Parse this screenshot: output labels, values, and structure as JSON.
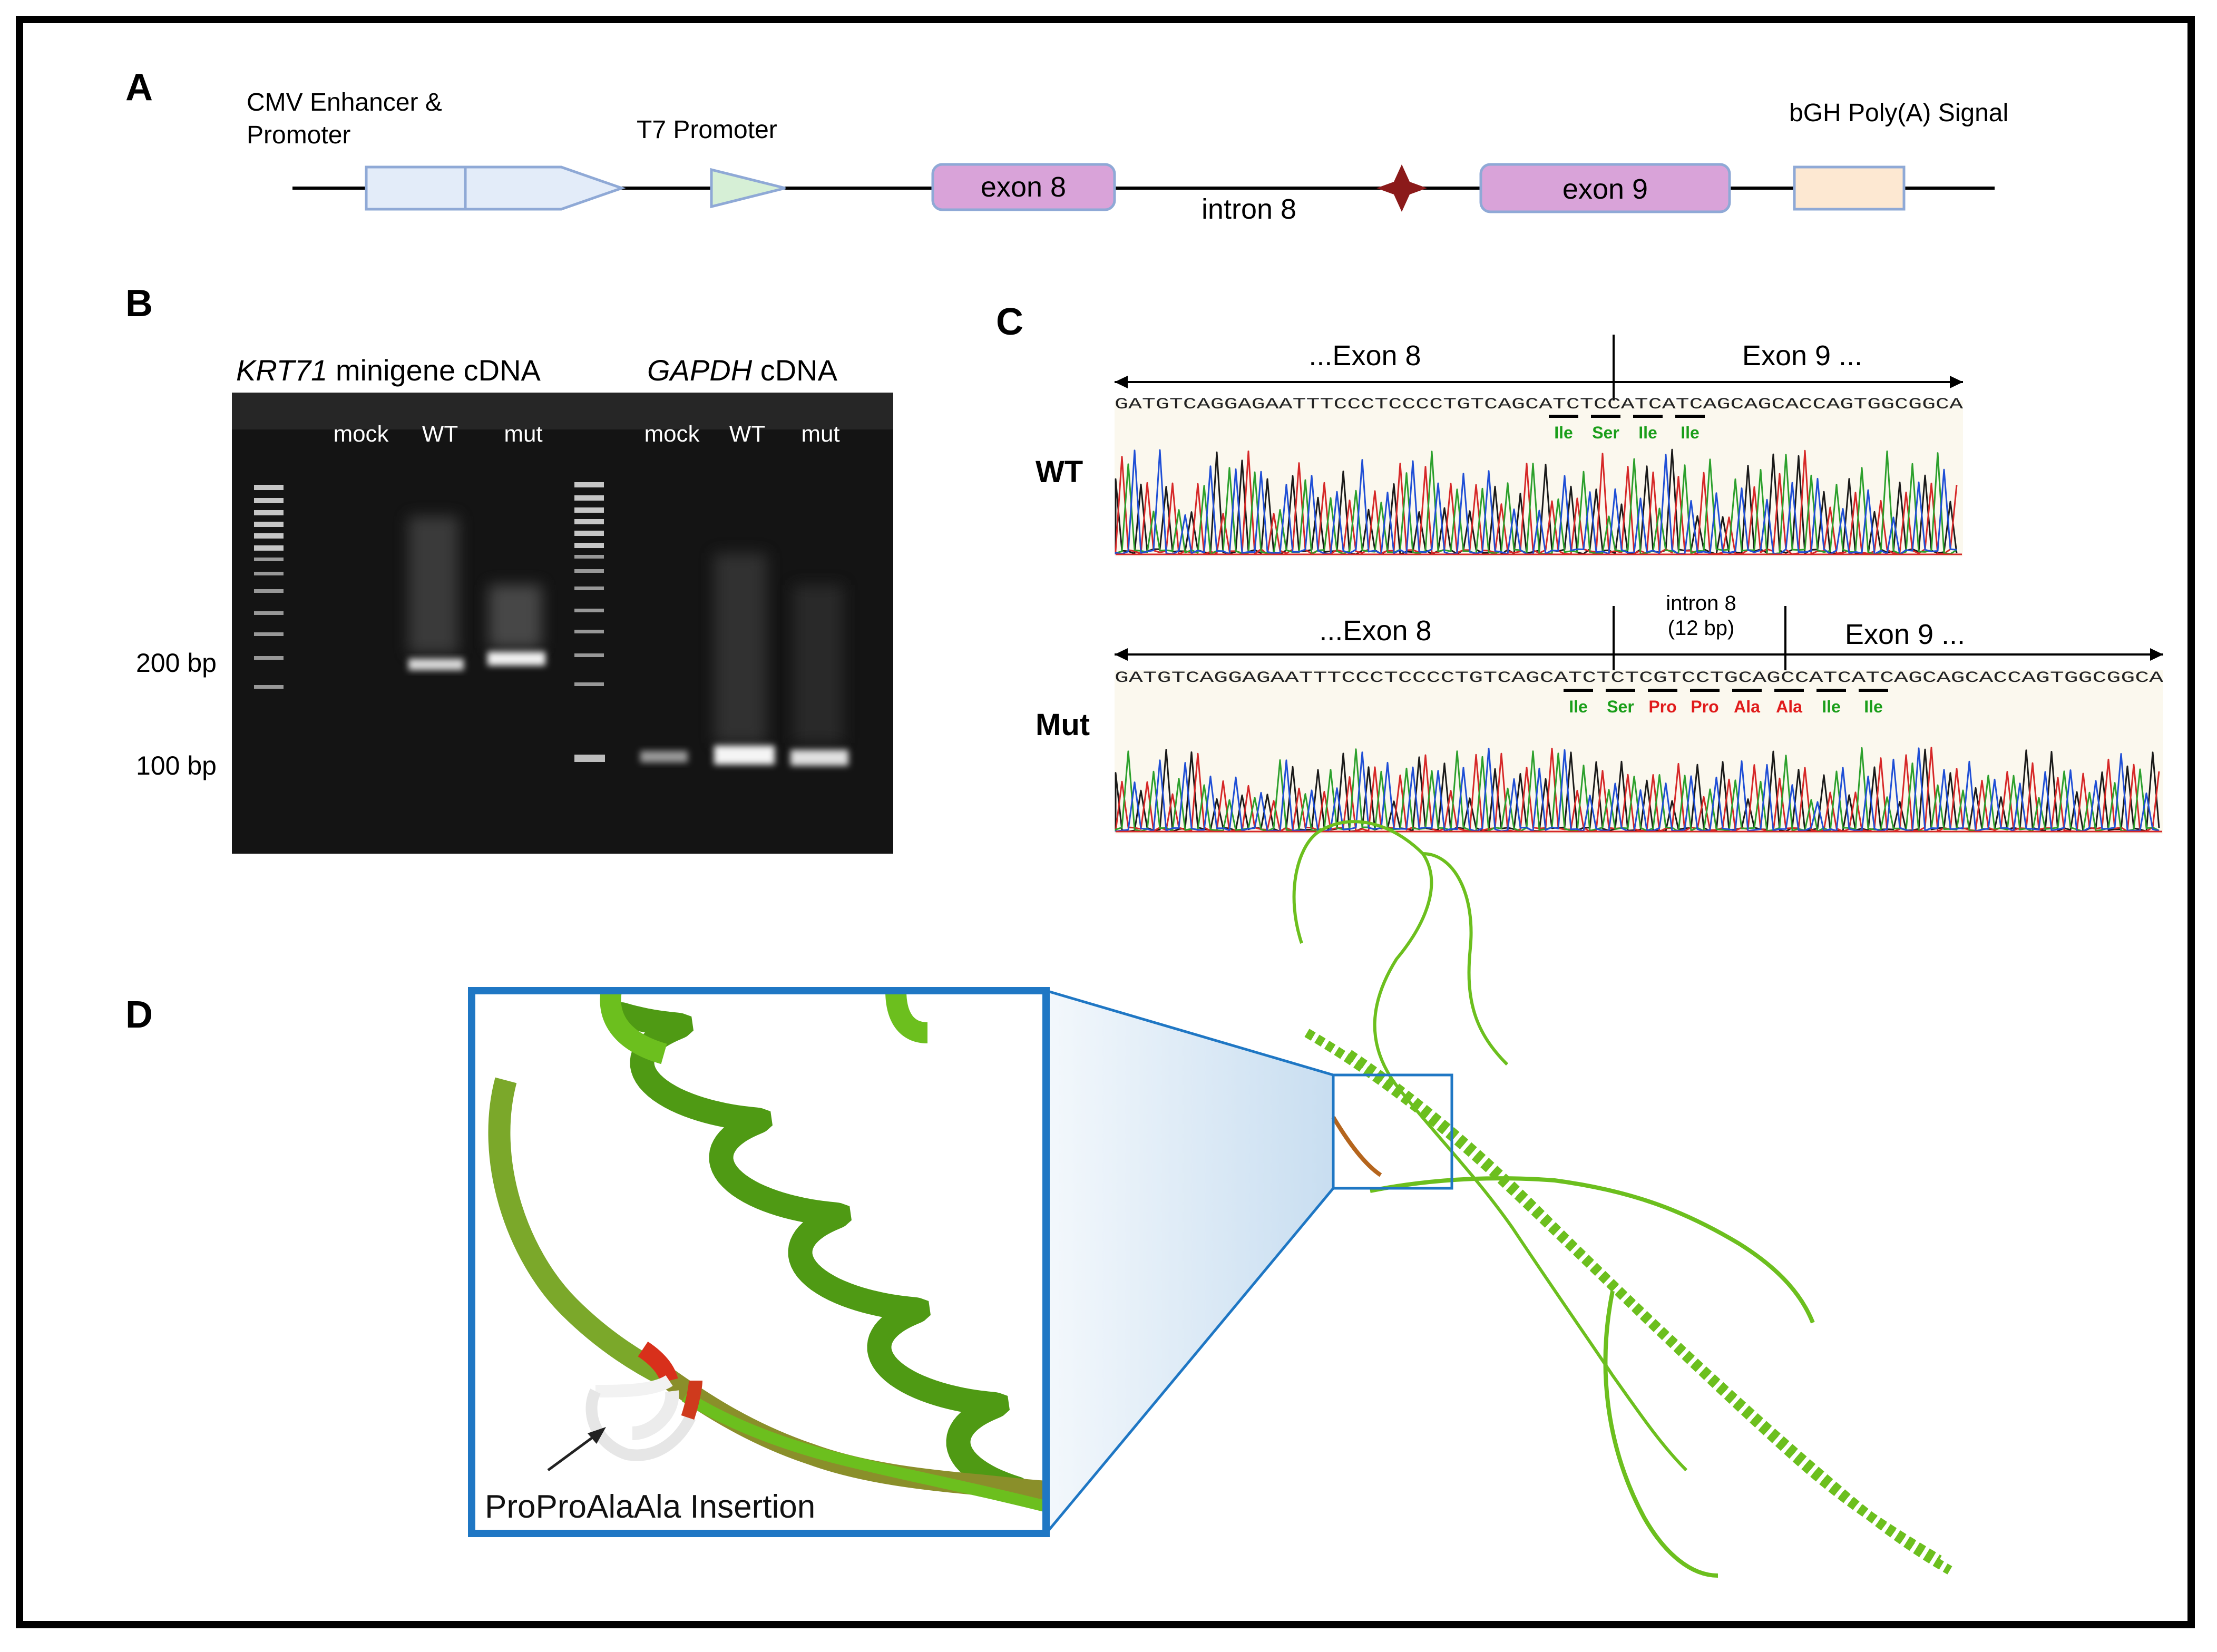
{
  "panels": {
    "a": {
      "letter": "A",
      "cmv_line1": "CMV Enhancer &",
      "cmv_line2": "Promoter",
      "t7": "T7 Promoter",
      "exon8": "exon 8",
      "intron8": "intron 8",
      "exon9": "exon 9",
      "bgh": "bGH Poly(A) Signal"
    },
    "b": {
      "letter": "B",
      "title_krt_gene": "KRT71",
      "title_krt_rest": " minigene cDNA",
      "title_gapdh_gene": "GAPDH",
      "title_gapdh_rest": " cDNA",
      "lanes": [
        "mock",
        "WT",
        "mut",
        "mock",
        "WT",
        "mut"
      ],
      "marker_200": "200 bp",
      "marker_100": "100 bp"
    },
    "c": {
      "letter": "C",
      "wt_label": "WT",
      "mut_label": "Mut",
      "exon8_label": "...Exon 8",
      "exon9_label": "Exon 9 ...",
      "wt_seq": "GATGTCAGGAGAATTTCCCTCCCCTGTCAGCATCTCCATCATCAGCAGCACCAGTGGCGGCA",
      "mut_seq": "GATGTCAGGAGAATTTCCCTCCCCTGTCAGCATCTCTCGTCCTGCAGCCATCATCAGCAGCACCAGTGGCGGCA",
      "intron_line1": "intron 8",
      "intron_line2": "(12 bp)",
      "wt_aa": [
        "Ile",
        "Ser",
        "Ile",
        "Ile"
      ],
      "mut_aa": [
        "Ile",
        "Ser",
        "Pro",
        "Pro",
        "Ala",
        "Ala",
        "Ile",
        "Ile"
      ]
    },
    "d": {
      "letter": "D",
      "insertion_label": "ProProAlaAla Insertion"
    }
  },
  "colors": {
    "green_aa": "#1a9e1a",
    "red_aa": "#e01b1b",
    "ribbon_green": "#6cbf1e",
    "inset_border": "#1f77c4",
    "exon_fill": "#d9a3d9",
    "vector_fill": "#e3ecf9",
    "t7_fill": "#d6efd6",
    "bgh_fill": "#fde8d2",
    "mutation_star": "#8b1a1a"
  }
}
